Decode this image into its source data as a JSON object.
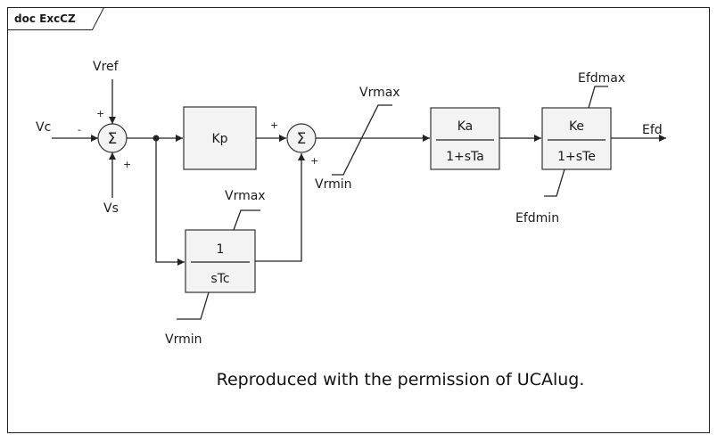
{
  "frame": {
    "tab_label": "doc ExcCZ"
  },
  "inputs": {
    "vc": "Vc",
    "vref": "Vref",
    "vs": "Vs"
  },
  "signs": {
    "sum1_vc": "-",
    "sum1_vref": "+",
    "sum1_vs": "+",
    "sum2_kp": "+",
    "sum2_tc": "+"
  },
  "sum_symbol": "Σ",
  "blocks": {
    "kp": {
      "label": "Kp"
    },
    "tc": {
      "numerator": "1",
      "denominator": "sTc",
      "max": "Vrmax",
      "min": "Vrmin"
    },
    "limiter": {
      "max": "Vrmax",
      "min": "Vrmin"
    },
    "ka": {
      "numerator": "Ka",
      "denominator": "1+sTa"
    },
    "ke": {
      "numerator": "Ke",
      "denominator": "1+sTe",
      "max": "Efdmax",
      "min": "Efdmin"
    }
  },
  "output": {
    "label": "Efd"
  },
  "caption": "Reproduced with the permission of UCAlug."
}
